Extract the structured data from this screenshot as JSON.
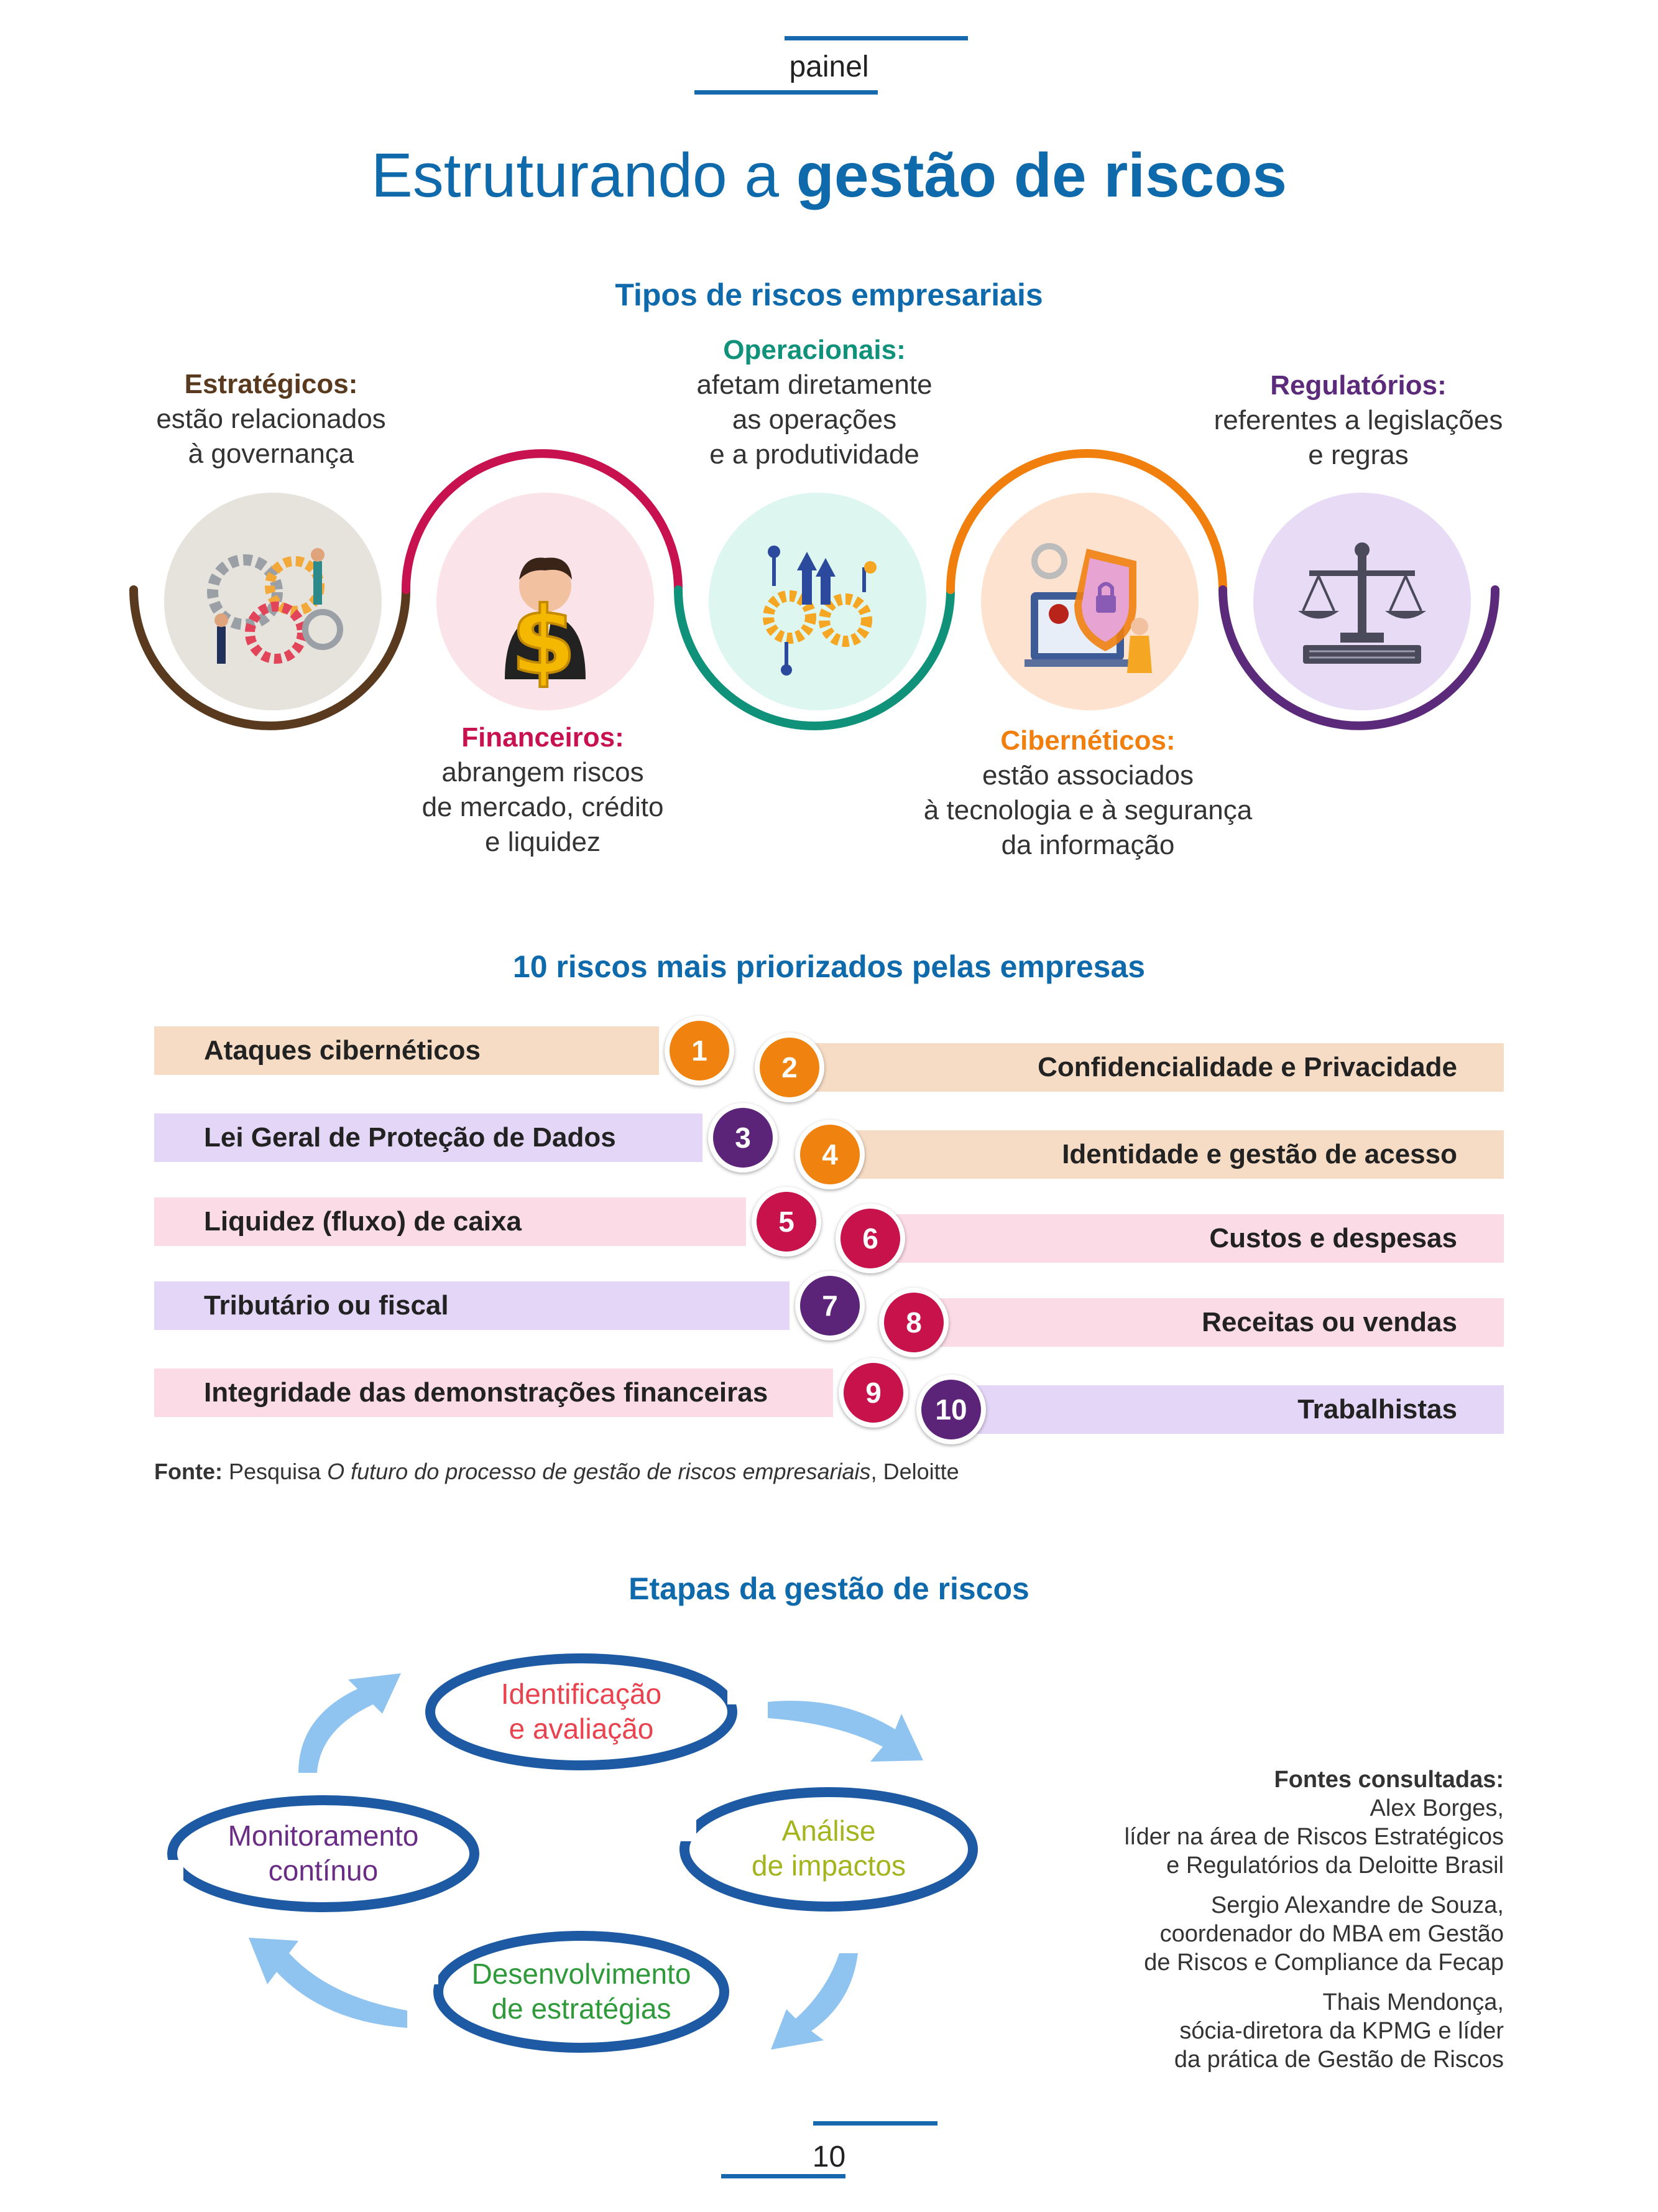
{
  "header": {
    "section": "painel",
    "title_plain": "Estruturando a",
    "title_bold": "gestão de riscos"
  },
  "risk_types": {
    "heading": "Tipos de riscos empresariais",
    "items": [
      {
        "label": "Estratégicos:",
        "lines": [
          "estão relacionados",
          "à governança"
        ],
        "color": "#5a3a1e",
        "icon": "gears-people-icon"
      },
      {
        "label": "Financeiros:",
        "lines": [
          "abrangem riscos",
          "de mercado, crédito",
          "e liquidez"
        ],
        "color": "#c8124f",
        "icon": "businessman-dollar-icon"
      },
      {
        "label": "Operacionais:",
        "lines": [
          "afetam diretamente",
          "as operações",
          "e a produtividade"
        ],
        "color": "#10917a",
        "icon": "gears-arrows-icon"
      },
      {
        "label": "Cibernéticos:",
        "lines": [
          "estão associados",
          "à tecnologia e à segurança",
          "da informação"
        ],
        "color": "#f07f0e",
        "icon": "cyber-shield-icon"
      },
      {
        "label": "Regulatórios:",
        "lines": [
          "referentes a legislações",
          "e regras"
        ],
        "color": "#5c2a7a",
        "icon": "scales-icon"
      }
    ]
  },
  "top10": {
    "heading": "10 riscos mais priorizados pelas empresas",
    "items": [
      {
        "rank": "1",
        "label": "Ataques cibernéticos",
        "bar": "#f6dcc5",
        "circle": "#f0820f"
      },
      {
        "rank": "2",
        "label": "Confidencialidade e Privacidade",
        "bar": "#f6dcc5",
        "circle": "#f0820f"
      },
      {
        "rank": "3",
        "label": "Lei Geral de Proteção de Dados",
        "bar": "#e4d6f6",
        "circle": "#5b2479"
      },
      {
        "rank": "4",
        "label": "Identidade e gestão de acesso",
        "bar": "#f6dcc5",
        "circle": "#f0820f"
      },
      {
        "rank": "5",
        "label": "Liquidez (fluxo) de caixa",
        "bar": "#fbdbe6",
        "circle": "#c7124c"
      },
      {
        "rank": "6",
        "label": "Custos e despesas",
        "bar": "#fbdbe6",
        "circle": "#c7124c"
      },
      {
        "rank": "7",
        "label": "Tributário ou fiscal",
        "bar": "#e4d6f6",
        "circle": "#5b2479"
      },
      {
        "rank": "8",
        "label": "Receitas ou vendas",
        "bar": "#fbdbe6",
        "circle": "#c7124c"
      },
      {
        "rank": "9",
        "label": "Integridade das demonstrações financeiras",
        "bar": "#fbdbe6",
        "circle": "#c7124c"
      },
      {
        "rank": "10",
        "label": "Trabalhistas",
        "bar": "#e4d6f6",
        "circle": "#5b2479"
      }
    ],
    "source_label": "Fonte:",
    "source_prefix": "Pesquisa",
    "source_title": "O futuro do processo de gestão de riscos empresariais",
    "source_suffix": ", Deloitte"
  },
  "stages": {
    "heading": "Etapas da gestão de riscos",
    "items": [
      {
        "lines": [
          "Identificação",
          "e avaliação"
        ],
        "color": "#e8434e"
      },
      {
        "lines": [
          "Análise",
          "de impactos"
        ],
        "color": "#a4b41d"
      },
      {
        "lines": [
          "Desenvolvimento",
          "de estratégias"
        ],
        "color": "#2e9a3a"
      },
      {
        "lines": [
          "Monitoramento",
          "contínuo"
        ],
        "color": "#6a2d86"
      }
    ]
  },
  "sources": {
    "heading": "Fontes consultadas:",
    "people": [
      {
        "lines": [
          "Alex Borges,",
          "líder na área de Riscos Estratégicos",
          "e Regulatórios da Deloitte Brasil"
        ]
      },
      {
        "lines": [
          "Sergio Alexandre de Souza,",
          "coordenador do MBA em Gestão",
          "de Riscos e Compliance da Fecap"
        ]
      },
      {
        "lines": [
          "Thais Mendonça,",
          "sócia-diretora da KPMG e líder",
          "da prática de Gestão de Riscos"
        ]
      }
    ]
  },
  "footer": {
    "page": "10"
  }
}
